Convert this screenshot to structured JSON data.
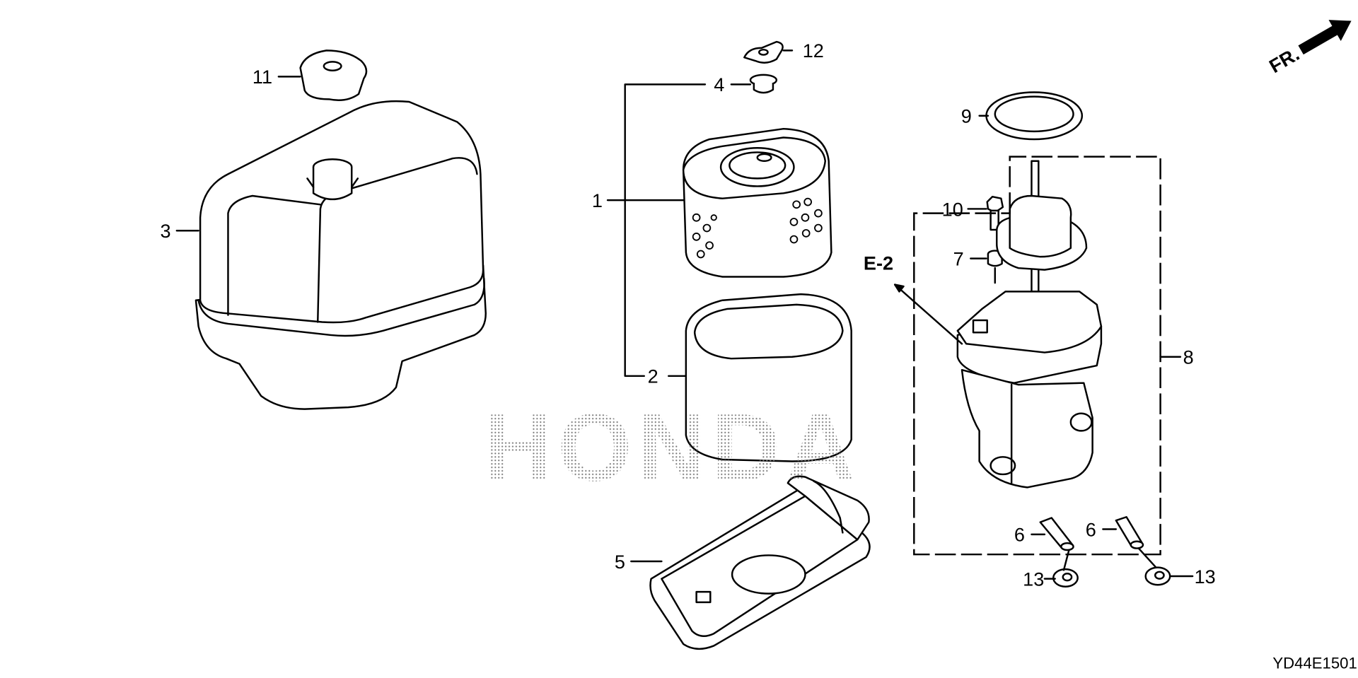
{
  "diagram": {
    "watermark": "HONDA",
    "direction_label": "FR.",
    "reference_label": "E-2",
    "figure_code": "YD44E1501",
    "callouts": {
      "c1": "1",
      "c2": "2",
      "c3": "3",
      "c4": "4",
      "c5": "5",
      "c6a": "6",
      "c6b": "6",
      "c7": "7",
      "c8": "8",
      "c9": "9",
      "c10": "10",
      "c11": "11",
      "c12": "12",
      "c13a": "13",
      "c13b": "13"
    },
    "parts": [
      "fuel-tank",
      "fuel-cap",
      "air-filter-element",
      "foam-pre-filter",
      "wing-nut-grommet",
      "air-cleaner-base",
      "collar",
      "fuel-strainer-assembly",
      "gasket-ring",
      "bolt",
      "clip",
      "flange-nut",
      "spacer-pipe"
    ]
  }
}
